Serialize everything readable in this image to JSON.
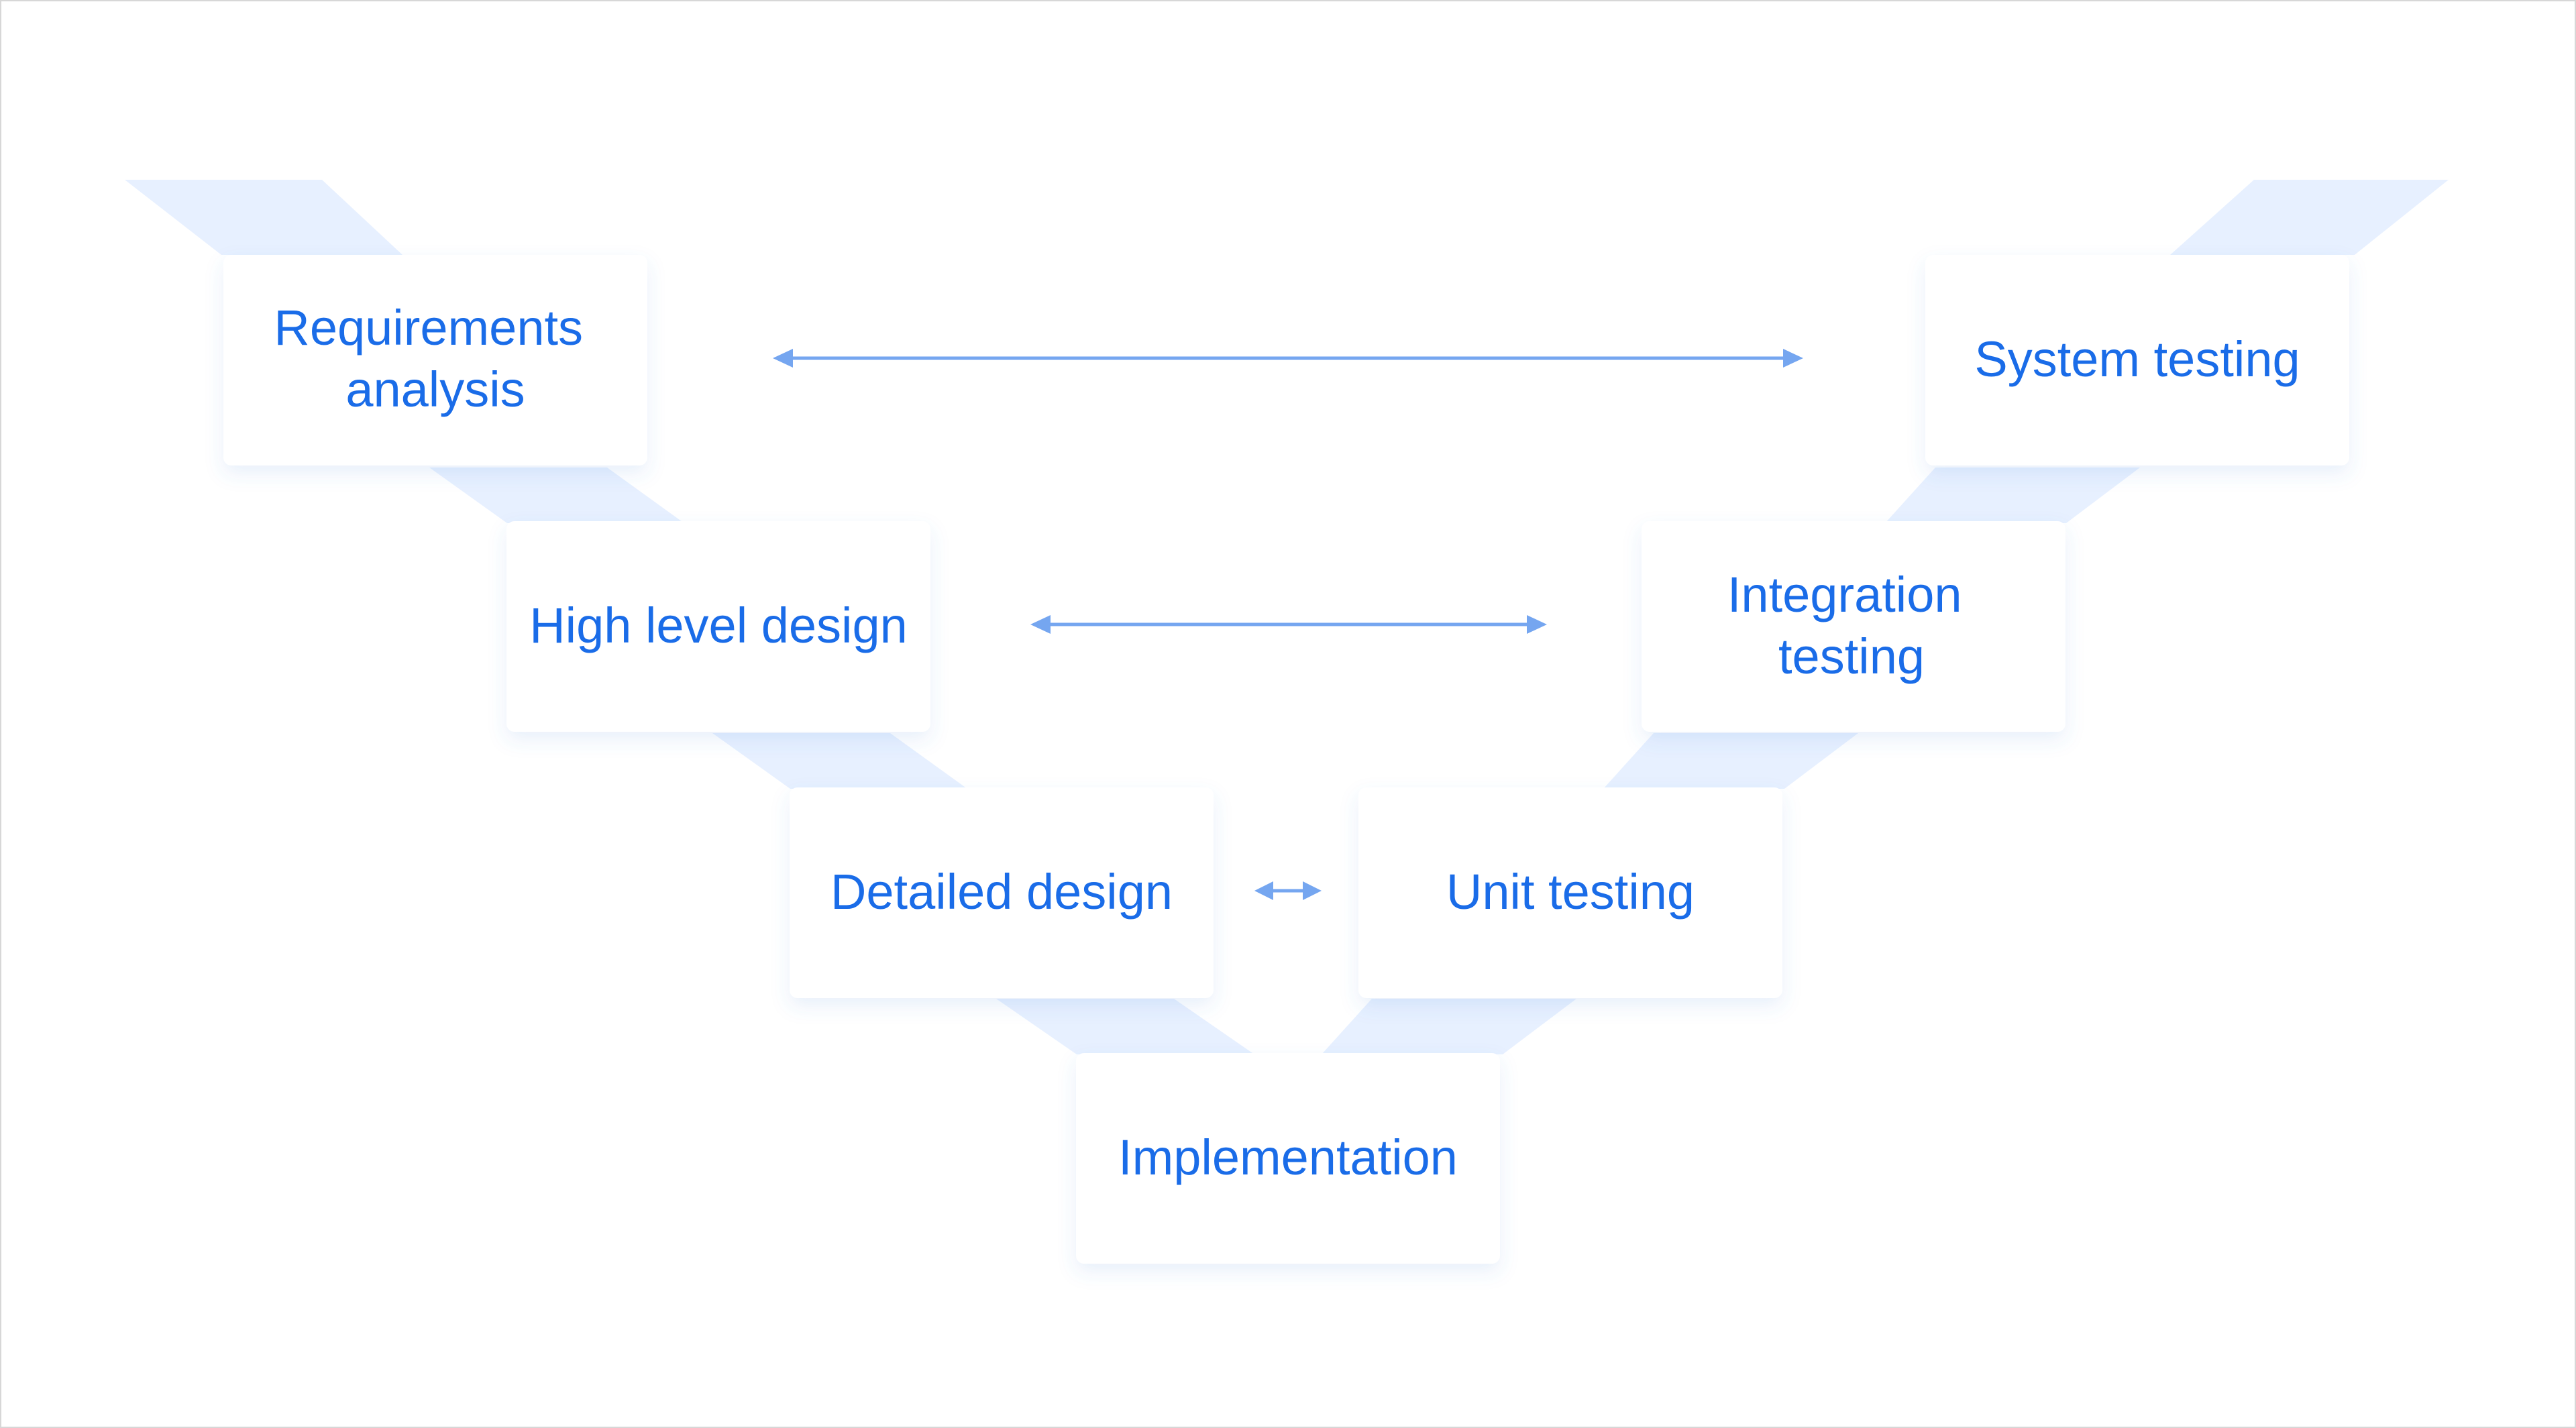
{
  "diagram": {
    "stages": {
      "requirements_analysis": [
        "Requirements",
        "analysis"
      ],
      "high_level_design": [
        "High level design"
      ],
      "detailed_design": [
        "Detailed design"
      ],
      "implementation": [
        "Implementation"
      ],
      "unit_testing": [
        "Unit testing"
      ],
      "integration_testing": [
        "Integration",
        "testing"
      ],
      "system_testing": [
        "System testing"
      ]
    },
    "colors": {
      "text": "#1a6ce8",
      "arrow": "#75a6f0",
      "band": "#e7f0ff",
      "card": "#ffffff",
      "frame": "#d7d7d7"
    }
  }
}
